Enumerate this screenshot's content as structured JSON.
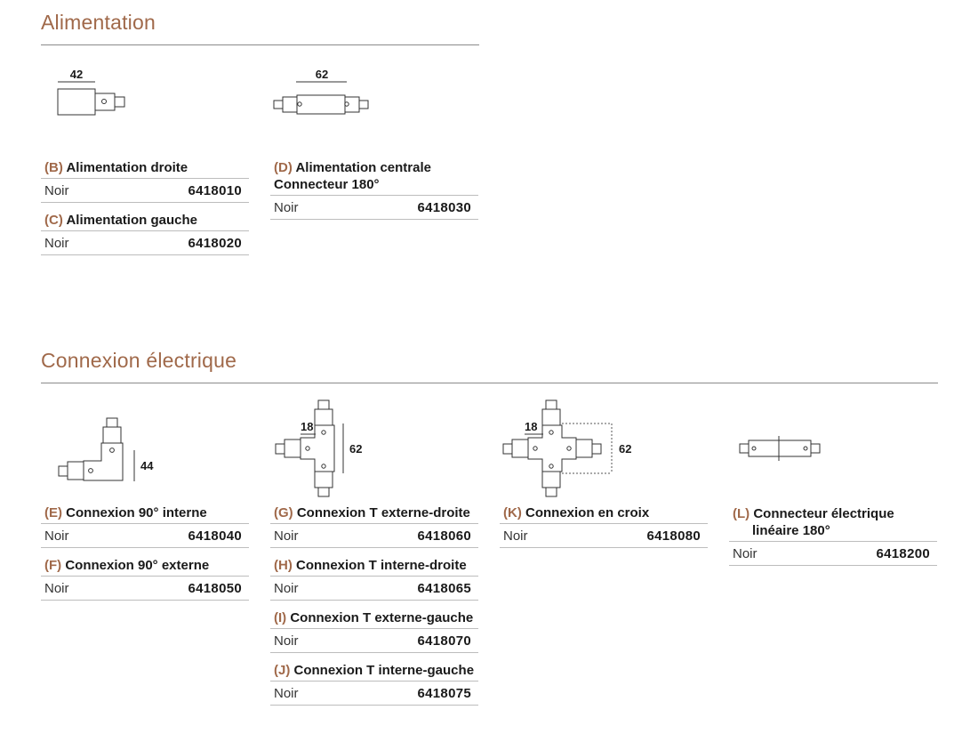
{
  "sections": [
    {
      "title": "Alimentation"
    },
    {
      "title": "Connexion électrique"
    }
  ],
  "drawings": {
    "b": {
      "dim": "42"
    },
    "d": {
      "dim": "62"
    },
    "e": {
      "dim": "44"
    },
    "g": {
      "dim_a": "18",
      "dim_b": "62"
    },
    "k": {
      "dim_a": "18",
      "dim_b": "62"
    }
  },
  "products": {
    "b": {
      "code": "(B)",
      "name": "Alimentation droite",
      "color": "Noir",
      "ref": "6418010"
    },
    "c": {
      "code": "(C)",
      "name": "Alimentation gauche",
      "color": "Noir",
      "ref": "6418020"
    },
    "d": {
      "code": "(D)",
      "name": "Alimentation centrale",
      "name2": "Connecteur 180°",
      "color": "Noir",
      "ref": "6418030"
    },
    "e": {
      "code": "(E)",
      "name": "Connexion 90° interne",
      "color": "Noir",
      "ref": "6418040"
    },
    "f": {
      "code": "(F)",
      "name": "Connexion 90° externe",
      "color": "Noir",
      "ref": "6418050"
    },
    "g": {
      "code": "(G)",
      "name": "Connexion T externe-droite",
      "color": "Noir",
      "ref": "6418060"
    },
    "h": {
      "code": "(H)",
      "name": "Connexion T interne-droite",
      "color": "Noir",
      "ref": "6418065"
    },
    "i": {
      "code": "(I)",
      "name": "Connexion T externe-gauche",
      "color": "Noir",
      "ref": "6418070"
    },
    "j": {
      "code": "(J)",
      "name": "Connexion T interne-gauche",
      "color": "Noir",
      "ref": "6418075"
    },
    "k": {
      "code": "(K)",
      "name": "Connexion en croix",
      "color": "Noir",
      "ref": "6418080"
    },
    "l": {
      "code": "(L)",
      "name": "Connecteur électrique",
      "name2": "linéaire 180°",
      "color": "Noir",
      "ref": "6418200"
    }
  },
  "colors": {
    "accent": "#a0694a",
    "rule": "#8a8a8a"
  }
}
